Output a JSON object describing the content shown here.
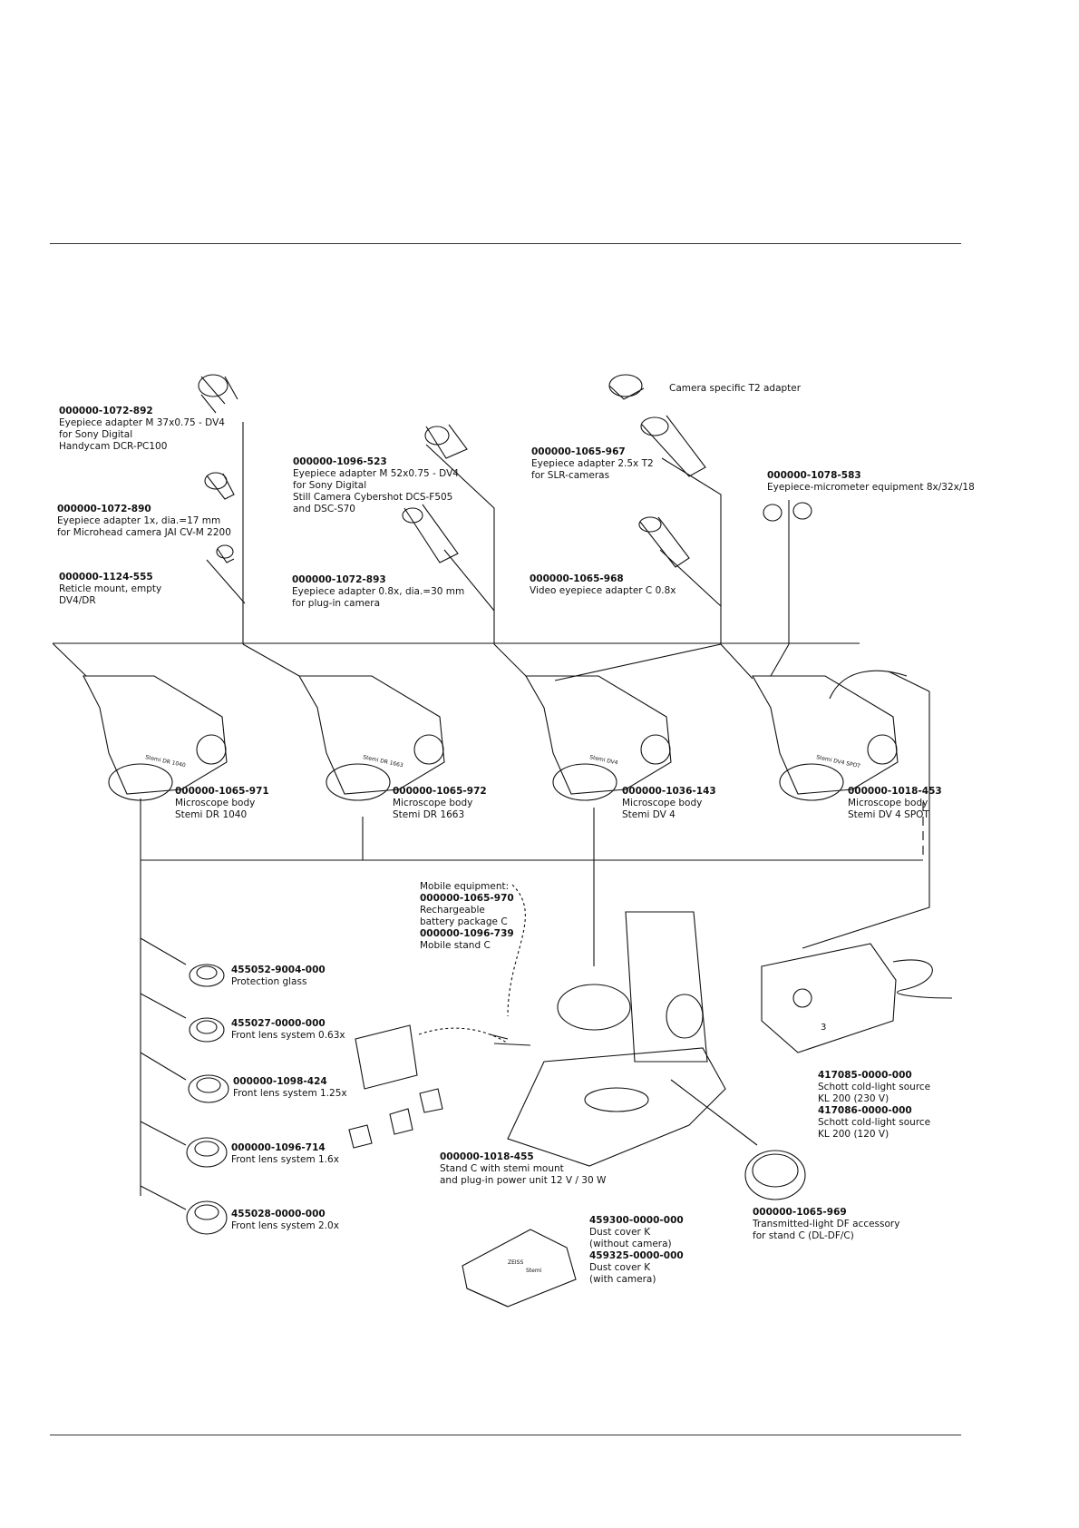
{
  "colors": {
    "ink": "#111111",
    "rule": "#333333"
  },
  "labels": {
    "eyepiece_m37": {
      "code": "000000-1072-892",
      "lines": [
        "Eyepiece adapter M 37x0.75 - DV4",
        "for Sony Digital",
        "Handycam DCR-PC100"
      ]
    },
    "eyepiece_1x": {
      "code": "000000-1072-890",
      "lines": [
        "Eyepiece adapter 1x, dia.=17 mm",
        "for Microhead camera JAI CV-M 2200"
      ]
    },
    "reticle": {
      "code": "000000-1124-555",
      "lines": [
        "Reticle mount, empty",
        "DV4/DR"
      ]
    },
    "eyepiece_m52": {
      "code": "000000-1096-523",
      "lines": [
        "Eyepiece adapter M 52x0.75 - DV4",
        "for Sony Digital",
        "Still Camera Cybershot DCS-F505",
        "and DSC-S70"
      ]
    },
    "eyepiece_08": {
      "code": "000000-1072-893",
      "lines": [
        "Eyepiece adapter 0.8x, dia.=30 mm",
        "for plug-in camera"
      ]
    },
    "t2_adapter": {
      "code": "",
      "lines": [
        "Camera specific T2 adapter"
      ]
    },
    "eyepiece_25": {
      "code": "000000-1065-967",
      "lines": [
        "Eyepiece adapter 2.5x T2",
        "for SLR-cameras"
      ]
    },
    "video_adapter": {
      "code": "000000-1065-968",
      "lines": [
        "Video eyepiece adapter C 0.8x"
      ]
    },
    "micrometer": {
      "code": "000000-1078-583",
      "lines": [
        "Eyepiece-micrometer equipment 8x/32x/18"
      ]
    },
    "body_1040": {
      "code": "000000-1065-971",
      "lines": [
        "Microscope body",
        "Stemi DR 1040"
      ]
    },
    "body_1663": {
      "code": "000000-1065-972",
      "lines": [
        "Microscope body",
        "Stemi DR 1663"
      ]
    },
    "body_dv4": {
      "code": "000000-1036-143",
      "lines": [
        "Microscope body",
        "Stemi DV 4"
      ]
    },
    "body_dv4spot": {
      "code": "000000-1018-453",
      "lines": [
        "Microscope body",
        "Stemi DV 4 SPOT"
      ]
    },
    "mobile": {
      "heading": "Mobile equipment:",
      "code1": "000000-1065-970",
      "lines1": [
        "Rechargeable",
        "battery package C"
      ],
      "code2": "000000-1096-739",
      "lines2": [
        "Mobile stand C"
      ]
    },
    "protection": {
      "code": "455052-9004-000",
      "lines": [
        "Protection glass"
      ]
    },
    "front_063": {
      "code": "455027-0000-000",
      "lines": [
        "Front lens system 0.63x"
      ]
    },
    "front_125": {
      "code": "000000-1098-424",
      "lines": [
        "Front lens system 1.25x"
      ]
    },
    "front_16": {
      "code": "000000-1096-714",
      "lines": [
        "Front lens system 1.6x"
      ]
    },
    "front_20": {
      "code": "455028-0000-000",
      "lines": [
        "Front lens system 2.0x"
      ]
    },
    "stand_c": {
      "code": "000000-1018-455",
      "lines": [
        "Stand C with stemi mount",
        "and plug-in power unit 12 V / 30 W"
      ]
    },
    "light_source": {
      "code1": "417085-0000-000",
      "lines1": [
        "Schott cold-light source",
        "KL 200 (230 V)"
      ],
      "code2": "417086-0000-000",
      "lines2": [
        "Schott cold-light source",
        "KL 200 (120 V)"
      ]
    },
    "dust_cover": {
      "code1": "459300-0000-000",
      "lines1": [
        "Dust cover K",
        "(without camera)"
      ],
      "code2": "459325-0000-000",
      "lines2": [
        "Dust cover K",
        "(with camera)"
      ]
    },
    "df_accessory": {
      "code": "000000-1065-969",
      "lines": [
        "Transmitted-light DF accessory",
        "for stand C (DL-DF/C)"
      ]
    }
  },
  "artwork": {
    "body_engravings": [
      "Stemi DR 1040",
      "Stemi DR 1663",
      "Stemi DV4",
      "Stemi DV4 SPOT"
    ],
    "light_dial_text": "3",
    "dust_cover_logo": "ZEISS",
    "dust_cover_text": "Stemi"
  }
}
